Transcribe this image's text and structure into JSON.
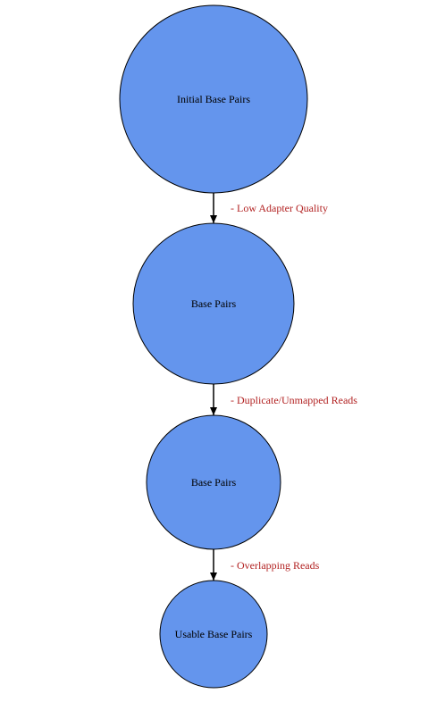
{
  "colors": {
    "node_fill": "#6495ed",
    "node_stroke": "#000000",
    "edge": "#000000",
    "edge_label": "#b22222"
  },
  "nodes": [
    {
      "id": "initial",
      "label": "Initial Base Pairs"
    },
    {
      "id": "after_adapter",
      "label": "Base Pairs"
    },
    {
      "id": "after_duplicate",
      "label": "Base Pairs"
    },
    {
      "id": "usable",
      "label": "Usable Base Pairs"
    }
  ],
  "edges": [
    {
      "from": "initial",
      "to": "after_adapter",
      "label": "- Low Adapter Quality"
    },
    {
      "from": "after_adapter",
      "to": "after_duplicate",
      "label": "- Duplicate/Unmapped Reads"
    },
    {
      "from": "after_duplicate",
      "to": "usable",
      "label": "- Overlapping Reads"
    }
  ]
}
